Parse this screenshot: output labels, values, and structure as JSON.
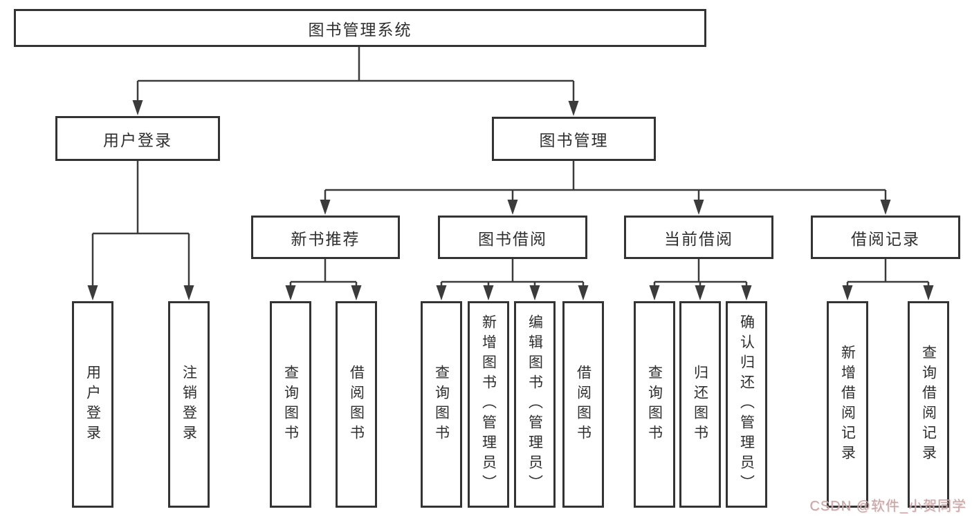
{
  "diagram": {
    "type": "hierarchy",
    "root": {
      "label": "图书管理系统",
      "children": [
        {
          "label": "用户登录",
          "children": [
            {
              "label": "用户登录"
            },
            {
              "label": "注销登录"
            }
          ]
        },
        {
          "label": "图书管理",
          "children": [
            {
              "label": "新书推荐",
              "children": [
                {
                  "label": "查询图书"
                },
                {
                  "label": "借阅图书"
                }
              ]
            },
            {
              "label": "图书借阅",
              "children": [
                {
                  "label": "查询图书"
                },
                {
                  "label": "新增图书（管理员）"
                },
                {
                  "label": "编辑图书（管理员）"
                },
                {
                  "label": "借阅图书"
                }
              ]
            },
            {
              "label": "当前借阅",
              "children": [
                {
                  "label": "查询图书"
                },
                {
                  "label": "归还图书"
                },
                {
                  "label": "确认归还（管理员）"
                }
              ]
            },
            {
              "label": "借阅记录",
              "children": [
                {
                  "label": "新增借阅记录"
                },
                {
                  "label": "查询借阅记录"
                }
              ]
            }
          ]
        }
      ]
    }
  },
  "watermark": {
    "text": "CSDN @软件_小贺同学",
    "color": "#c2a8a8"
  },
  "style": {
    "line_color": "#3b3b3b",
    "box_border_color": "#333333",
    "text_color": "#2e2e2e",
    "background": "#ffffff"
  }
}
